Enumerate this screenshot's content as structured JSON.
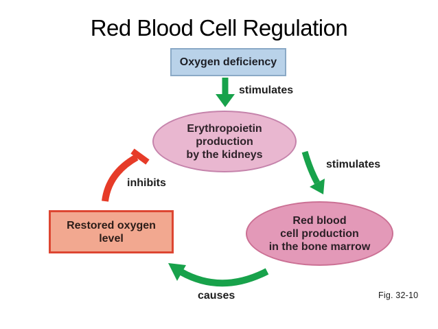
{
  "title": "Red Blood Cell Regulation",
  "figure_caption": "Fig. 32-10",
  "nodes": {
    "oxygen_deficiency": {
      "label": "Oxygen deficiency",
      "shape": "rectangle",
      "fill": "#b9d2e9",
      "border": "#8aa9c6"
    },
    "erythropoietin_production": {
      "lines": [
        "Erythropoietin",
        "production",
        "by the kidneys"
      ],
      "shape": "ellipse",
      "fill": "#e9b7d0",
      "border": "#c583ab"
    },
    "red_blood_cell_production": {
      "lines": [
        "Red blood",
        "cell production",
        "in the bone marrow"
      ],
      "shape": "ellipse",
      "fill": "#e399b8",
      "border": "#cb7094"
    },
    "restored_oxygen_level": {
      "lines": [
        "Restored oxygen",
        "level"
      ],
      "shape": "rectangle",
      "fill": "#f2a890",
      "border": "#dd4632"
    }
  },
  "edges": {
    "stimulates_top": {
      "label": "stimulates",
      "from": "oxygen_deficiency",
      "to": "erythropoietin_production",
      "style": "arrow",
      "color": "#18a24b"
    },
    "stimulates_right": {
      "label": "stimulates",
      "from": "erythropoietin_production",
      "to": "red_blood_cell_production",
      "style": "arrow",
      "color": "#18a24b"
    },
    "causes": {
      "label": "causes",
      "from": "red_blood_cell_production",
      "to": "restored_oxygen_level",
      "style": "arrow",
      "color": "#18a24b"
    },
    "inhibits": {
      "label": "inhibits",
      "from": "restored_oxygen_level",
      "to": "erythropoietin_production",
      "style": "t-bar",
      "color": "#e63b28"
    }
  }
}
